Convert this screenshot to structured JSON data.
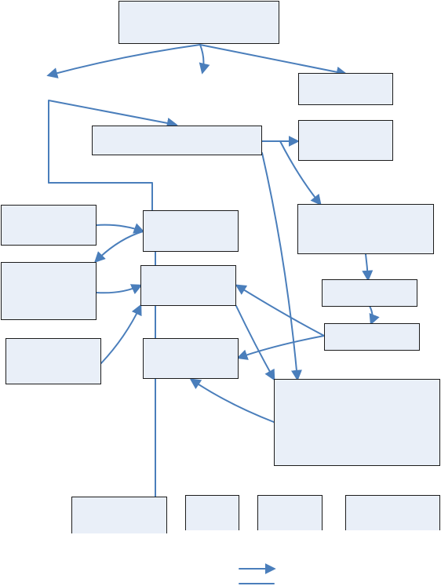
{
  "diagram": {
    "colors": {
      "node_fill": "#e9eff8",
      "node_border": "#1c1c1c",
      "edge": "#4a7ebb"
    },
    "nodes": [
      {
        "name": "box-top-root",
        "text": ""
      },
      {
        "name": "box-right-upper",
        "text": ""
      },
      {
        "name": "box-center-wide",
        "text": ""
      },
      {
        "name": "box-right-second",
        "text": ""
      },
      {
        "name": "box-left-1",
        "text": ""
      },
      {
        "name": "box-center-1",
        "text": ""
      },
      {
        "name": "box-right-large",
        "text": ""
      },
      {
        "name": "box-left-2",
        "text": ""
      },
      {
        "name": "box-center-2",
        "text": ""
      },
      {
        "name": "box-right-small-1",
        "text": ""
      },
      {
        "name": "box-right-small-2",
        "text": ""
      },
      {
        "name": "box-left-3",
        "text": ""
      },
      {
        "name": "box-center-3",
        "text": ""
      },
      {
        "name": "box-bottom-right-large",
        "text": ""
      },
      {
        "name": "box-bottom-1",
        "text": ""
      },
      {
        "name": "box-bottom-2",
        "text": ""
      },
      {
        "name": "box-bottom-3",
        "text": ""
      },
      {
        "name": "box-bottom-4",
        "text": ""
      }
    ],
    "legend": [
      {
        "name": "legend-arrow-line",
        "text": ""
      },
      {
        "name": "legend-plain-line",
        "text": ""
      }
    ]
  }
}
